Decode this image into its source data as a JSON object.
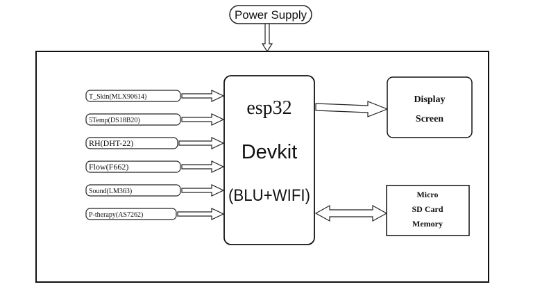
{
  "power_supply": "Power Supply",
  "mcu": {
    "line1": "esp32",
    "line2": "Devkit",
    "line3": "(BLU+WIFI)"
  },
  "sensors": [
    "T_Skin(MLX90614)",
    "5Temp(DS18B20)",
    "RH(DHT-22)",
    "Flow(F662)",
    "Sound(LM363)",
    "P-therapy(AS7262)"
  ],
  "display": {
    "line1": "Display",
    "line2": "Screen"
  },
  "sd": {
    "line1": "Micro",
    "line2": "SD Card",
    "line3": "Memory"
  }
}
